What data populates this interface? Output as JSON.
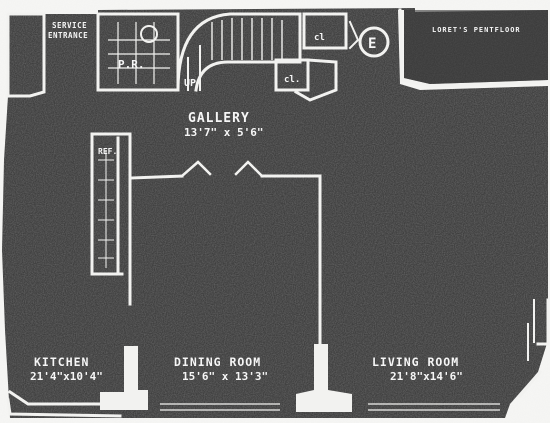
{
  "rooms": {
    "service_entrance": {
      "line1": "SERVICE",
      "line2": "ENTRANCE"
    },
    "powder_room": "P.R.",
    "up": "UP",
    "closet_top": "cl",
    "closet_mid": "cl.",
    "elevator": "E",
    "floor_note": "LORET'S  PENTFLOOR",
    "gallery": {
      "name": "GALLERY",
      "dims": "13'7\" x 5'6\""
    },
    "refrigerator": "REF.",
    "kitchen": {
      "name": "KITCHEN",
      "dims": "21'4\"x10'4\""
    },
    "dining": {
      "name": "DINING  ROOM",
      "dims": "15'6\"  x  13'3\""
    },
    "living": {
      "name": "LIVING  ROOM",
      "dims": "21'8\"x14'6\""
    }
  },
  "colors": {
    "floor": "#3f3f3f",
    "wall": "#f2f2f0",
    "paper": "#f4f4f2"
  }
}
